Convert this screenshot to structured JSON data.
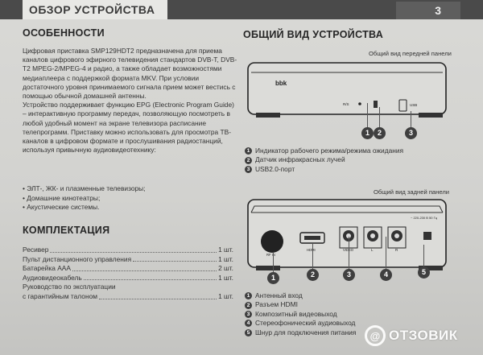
{
  "header": {
    "title": "ОБЗОР УСТРОЙСТВА",
    "page_number": "3"
  },
  "features": {
    "title": "ОСОБЕННОСТИ",
    "paragraphs": [
      "Цифровая приставка SMP129HDT2 предназначена для приема каналов цифрового эфирного телевидения стандартов DVB-T, DVB-T2 MPEG-2/MPEG-4 и радио, а также обладает возможностями медиаплеера с поддержкой формата MKV. При условии достаточного уровня принимаемого сигнала прием может вестись с помощью обычной домашней антенны.",
      "Устройство поддерживает функцию EPG (Electronic Program Guide) – интерактивную программу передач, позволяющую посмотреть в любой удобный момент на экране телевизора расписание телепрограмм. Приставку можно использовать для просмотра ТВ-каналов в цифровом формате и прослушивания радиостанций, используя привычную аудиовидеотехнику:"
    ],
    "bullets": [
      "ЭЛТ-, ЖК- и плазменные телевизоры;",
      "Домашние кинотеатры;",
      "Акустические системы."
    ]
  },
  "kit": {
    "title": "КОМПЛЕКТАЦИЯ",
    "items": [
      {
        "name": "Ресивер",
        "qty": "1 шт."
      },
      {
        "name": "Пульт дистанционного управления",
        "qty": "1 шт."
      },
      {
        "name": "Батарейка AAA",
        "qty": "2 шт."
      },
      {
        "name": "Аудиовидеокабель",
        "qty": "1 шт."
      },
      {
        "name": "Руководство по эксплуатации",
        "qty": ""
      },
      {
        "name": "с гарантийным талоном",
        "qty": "1 шт."
      }
    ]
  },
  "overview": {
    "title": "ОБЩИЙ ВИД УСТРОЙСТВА",
    "front_caption": "Общий вид передней панели",
    "rear_caption": "Общий вид задней панели",
    "brand": "bbk",
    "front_labels": {
      "rs": "R/S",
      "usb": "USB"
    },
    "rear_labels": {
      "rfin": "RF IN",
      "hdmi": "HDMI",
      "video": "VIDEO",
      "l": "L",
      "r": "R",
      "power": "~ 220-230 В\n50 Гц"
    },
    "front_legend": [
      {
        "n": "1",
        "text": "Индикатор рабочего режима/режима ожидания"
      },
      {
        "n": "2",
        "text": "Датчик инфракрасных лучей"
      },
      {
        "n": "3",
        "text": "USB2.0-порт"
      }
    ],
    "rear_legend": [
      {
        "n": "1",
        "text": "Антенный вход"
      },
      {
        "n": "2",
        "text": "Разъем HDMI"
      },
      {
        "n": "3",
        "text": "Композитный видеовыход"
      },
      {
        "n": "4",
        "text": "Стереофонический аудиовыход"
      },
      {
        "n": "5",
        "text": "Шнур для подключения питания"
      }
    ],
    "front_numbers": [
      "1",
      "2",
      "3"
    ],
    "rear_numbers": [
      "1",
      "2",
      "3",
      "4",
      "5"
    ]
  },
  "watermark": {
    "logo": "@",
    "text": "ОТЗОВИК"
  }
}
